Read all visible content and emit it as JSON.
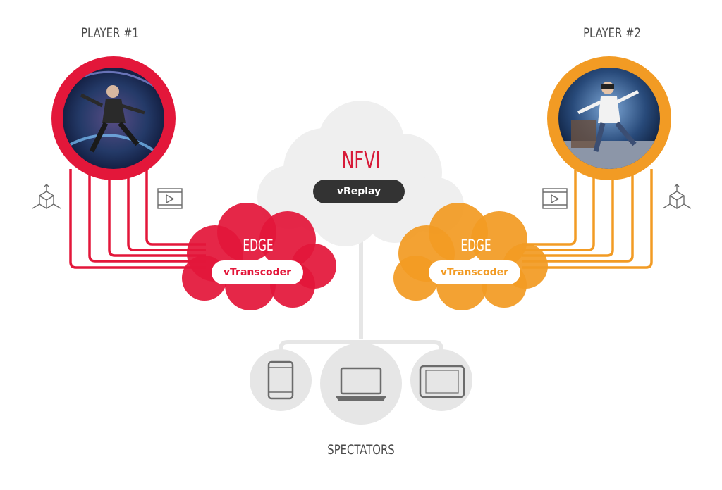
{
  "players": [
    {
      "label": "PLAYER #1",
      "color": "#e3173a"
    },
    {
      "label": "PLAYER #2",
      "color": "#f29b24"
    }
  ],
  "nfvi": {
    "title": "NFVI",
    "service": "vReplay",
    "title_color": "#d71a38",
    "pill_color": "#333333"
  },
  "edges": [
    {
      "title": "EDGE",
      "service": "vTranscoder",
      "color": "#e3173a"
    },
    {
      "title": "EDGE",
      "service": "vTranscoder",
      "color": "#f29b24"
    }
  ],
  "spectators": {
    "label": "SPECTATORS",
    "devices": [
      "smartphone",
      "laptop",
      "tablet"
    ]
  },
  "icons": [
    "3d-box-icon",
    "video-play-icon"
  ]
}
